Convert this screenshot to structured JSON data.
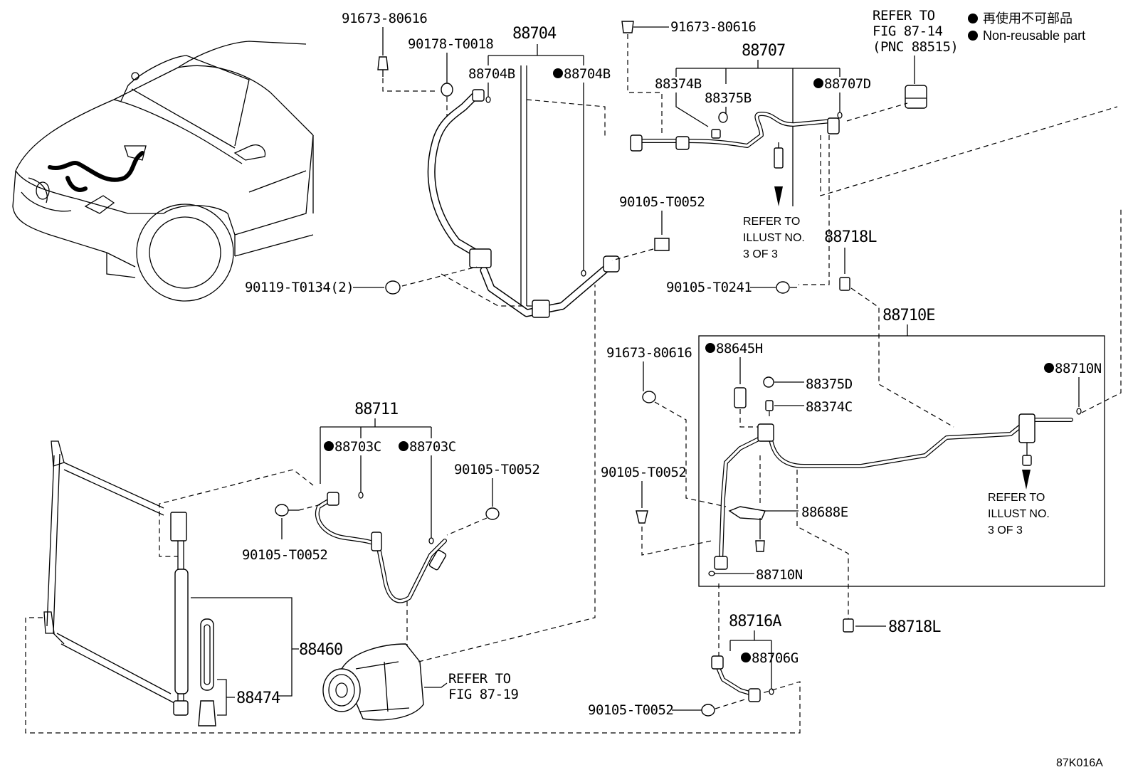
{
  "legend": {
    "line1": "再使用不可部品",
    "line2": "Non-reusable part"
  },
  "refer_fig_87_14": {
    "line1": "REFER TO",
    "line2": "FIG 87-14",
    "line3": "(PNC 88515)"
  },
  "refer_fig_87_19": {
    "line1": "REFER TO",
    "line2": "FIG 87-19"
  },
  "refer_illust_a": {
    "line1": "REFER TO",
    "line2": "ILLUST NO.",
    "line3": "3 OF 3"
  },
  "refer_illust_b": {
    "line1": "REFER TO",
    "line2": "ILLUST NO.",
    "line3": "3 OF 3"
  },
  "parts": {
    "p91673_a": "91673-80616",
    "p90178": "90178-T0018",
    "p88704": "88704",
    "p88704B_a": "88704B",
    "p88704B_b": "88704B",
    "p91673_b": "91673-80616",
    "p88707": "88707",
    "p88374B": "88374B",
    "p88375B": "88375B",
    "p88707D": "88707D",
    "p90105_a": "90105-T0052",
    "p90119": "90119-T0134(2)",
    "p90105_t0241": "90105-T0241",
    "p88718L_a": "88718L",
    "p88710E": "88710E",
    "p91673_c": "91673-80616",
    "p88645H": "88645H",
    "p88375D": "88375D",
    "p88374C": "88374C",
    "p88710N_a": "88710N",
    "p90105_b": "90105-T0052",
    "p88688E": "88688E",
    "p88710N_b": "88710N",
    "p88711": "88711",
    "p88703C_a": "88703C",
    "p88703C_b": "88703C",
    "p90105_c": "90105-T0052",
    "p90105_d": "90105-T0052",
    "p88460": "88460",
    "p88474": "88474",
    "p88716A": "88716A",
    "p88706G": "88706G",
    "p90105_e": "90105-T0052",
    "p88718L_b": "88718L"
  },
  "figure_code": "87K016A"
}
